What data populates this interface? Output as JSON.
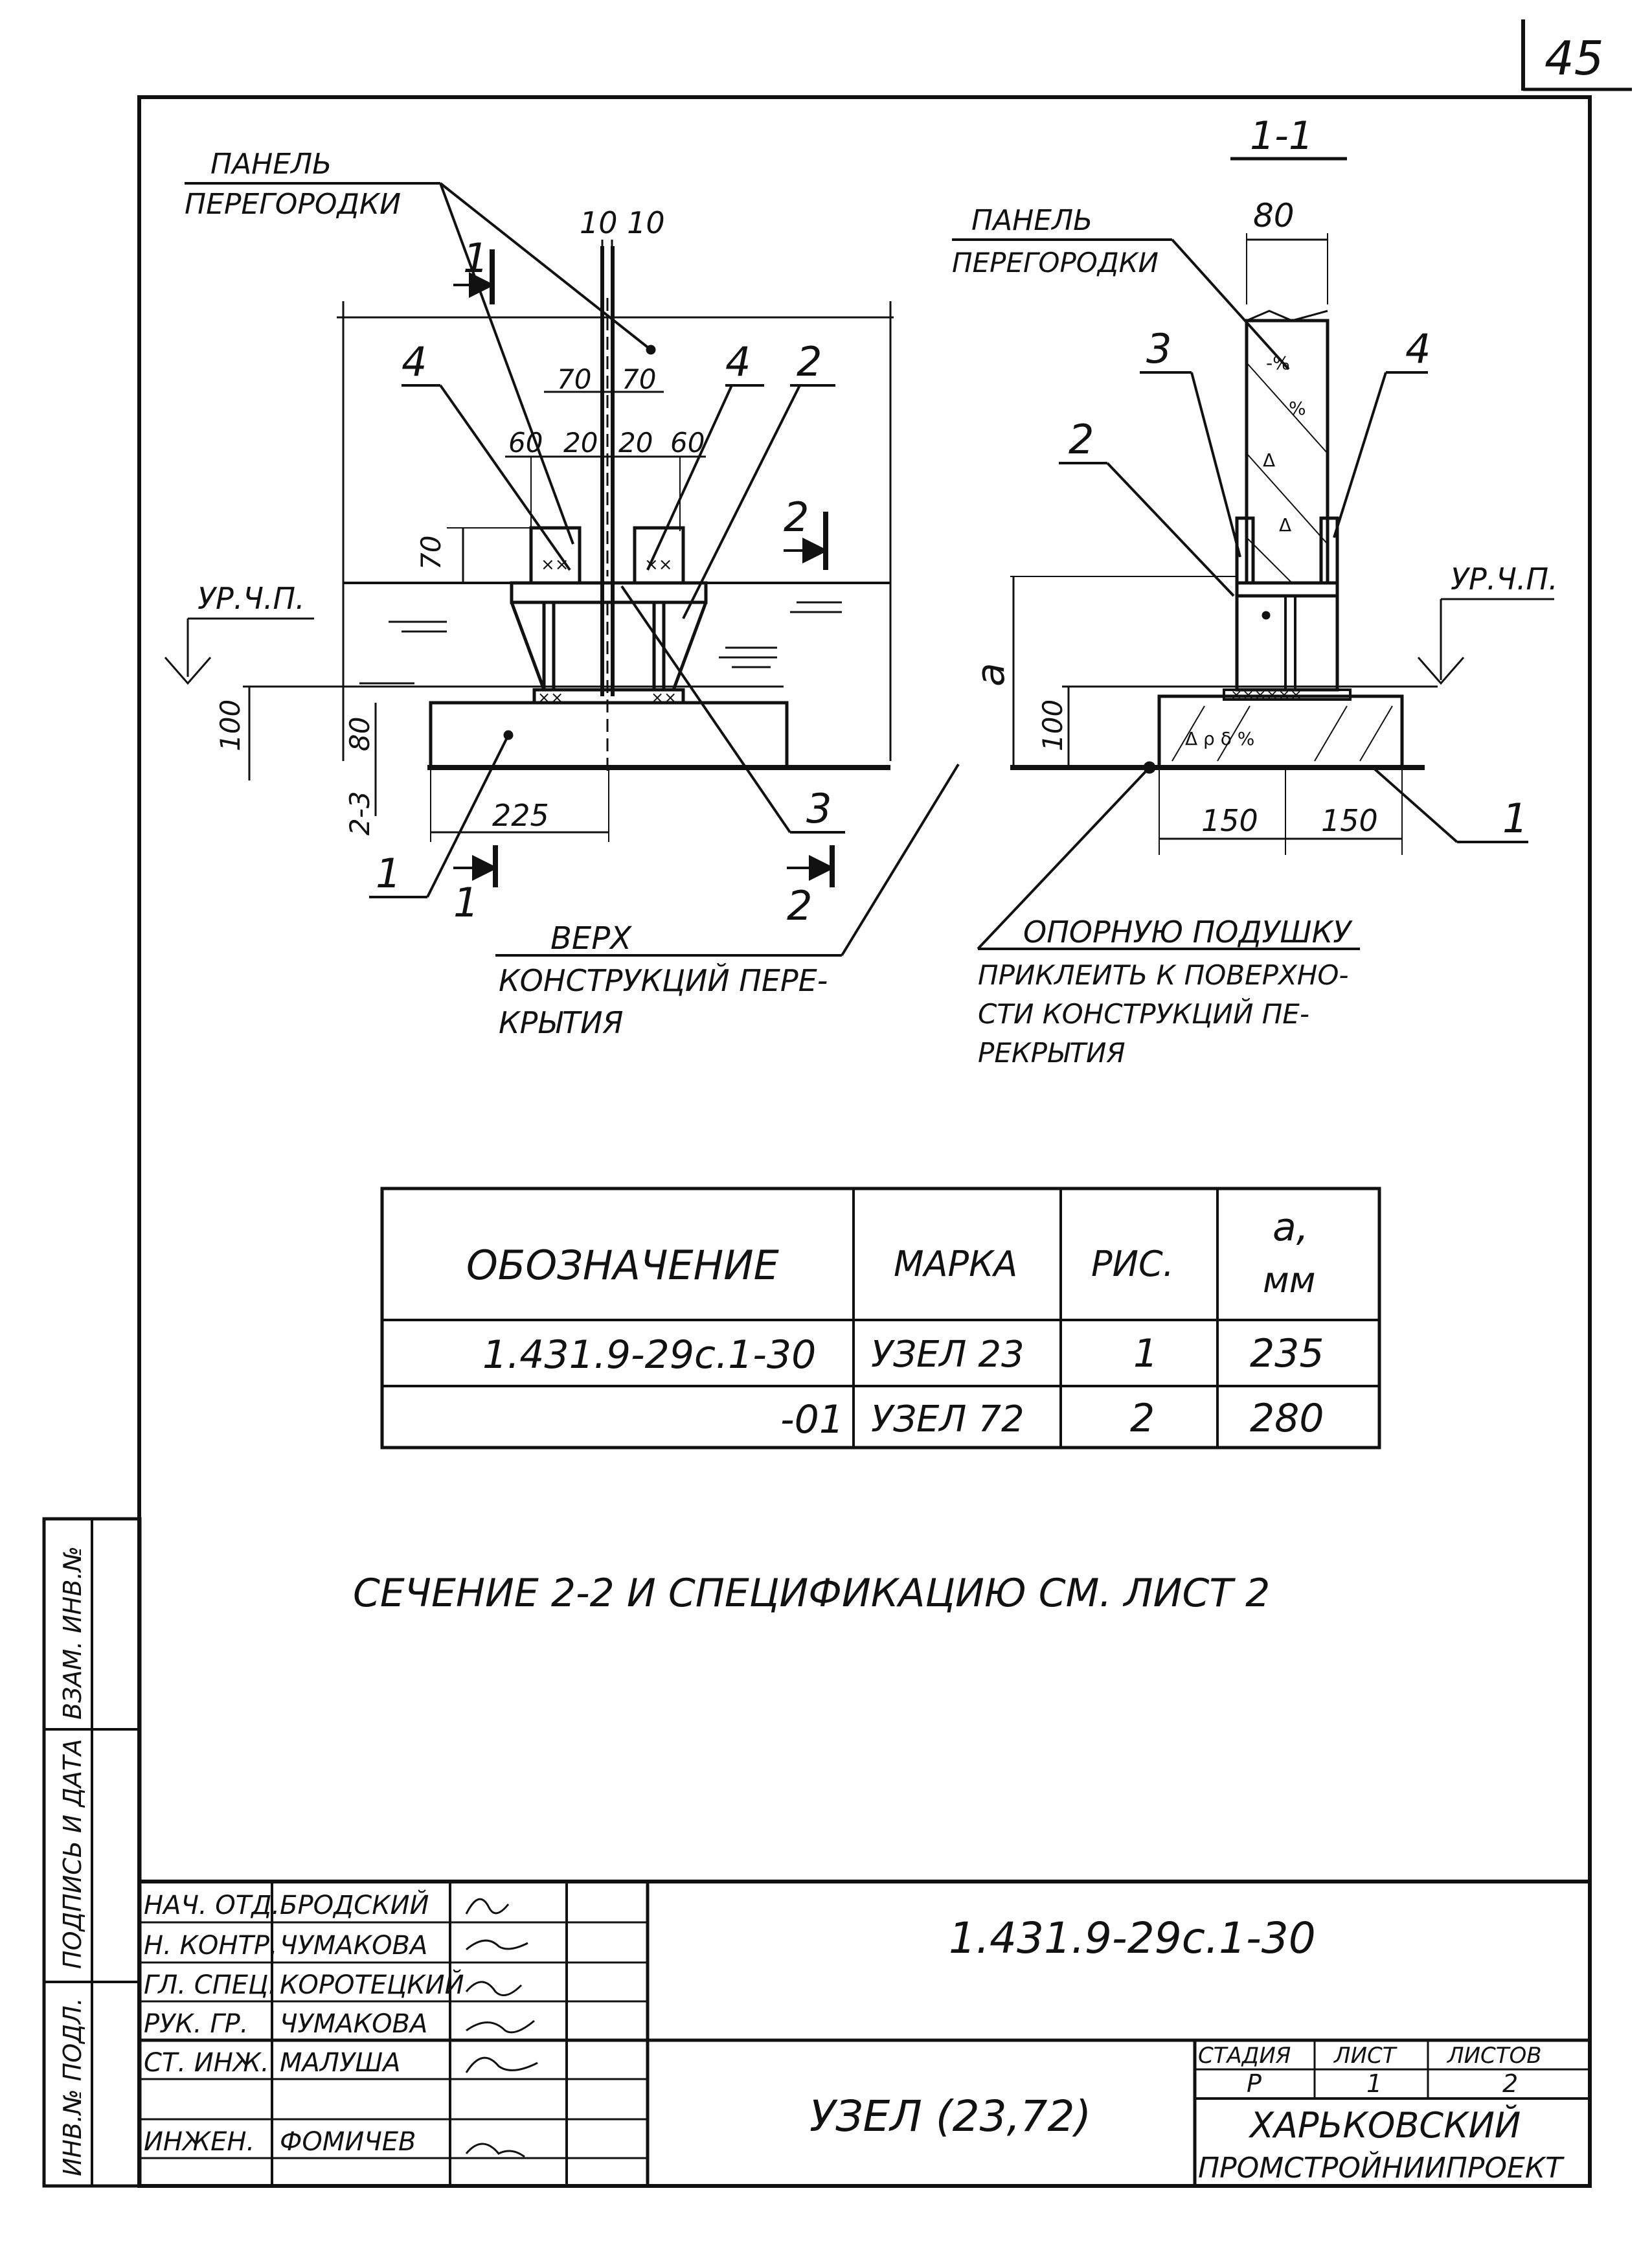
{
  "page_number": "45",
  "drawing": {
    "section_mark": "1-1",
    "left_view": {
      "panel_label_line1": "ПАНЕЛЬ",
      "panel_label_line2": "ПЕРЕГОРОДКИ",
      "dim_10_10": "10 10",
      "dim_70a": "70",
      "dim_70b": "70",
      "dim_60a": "60",
      "dim_20a": "20",
      "dim_20b": "20",
      "dim_60b": "60",
      "dim_70_side": "70",
      "dim_100": "100",
      "dim_80": "80",
      "dim_2_3": "2-3",
      "dim_225": "225",
      "callout_4a": "4",
      "callout_4b": "4",
      "callout_2": "2",
      "callout_3": "3",
      "callout_1": "1",
      "cut_1_top": "1",
      "cut_1_bottom": "1",
      "cut_2_right": "2",
      "cut_2_bottom": "2",
      "floor_level": "УР.Ч.П.",
      "top_label_line1": "ВЕРХ",
      "top_label_line2": "КОНСТРУКЦИЙ ПЕРЕ-",
      "top_label_line3": "КРЫТИЯ"
    },
    "right_view": {
      "panel_label_line1": "ПАНЕЛЬ",
      "panel_label_line2": "ПЕРЕГОРОДКИ",
      "dim_80": "80",
      "dim_a": "a",
      "dim_100": "100",
      "dim_150a": "150",
      "dim_150b": "150",
      "callout_3": "3",
      "callout_4": "4",
      "callout_2": "2",
      "callout_1": "1",
      "floor_level": "УР.Ч.П.",
      "note_line1": "ОПОРНУЮ ПОДУШКУ",
      "note_line2": "ПРИКЛЕИТЬ К ПОВЕРХНО-",
      "note_line3": "СТИ КОНСТРУКЦИЙ ПЕ-",
      "note_line4": "РЕКРЫТИЯ"
    }
  },
  "spec_table": {
    "headers": [
      "ОБОЗНАЧЕНИЕ",
      "МАРКА",
      "РИС.",
      "a,",
      "мм"
    ],
    "rows": [
      [
        "1.431.9-29с.1-30",
        "УЗЕЛ 23",
        "1",
        "235"
      ],
      [
        "-01",
        "УЗЕЛ 72",
        "2",
        "280"
      ]
    ]
  },
  "note": "СЕЧЕНИЕ 2-2 И СПЕЦИФИКАЦИЮ  СМ.  ЛИСТ 2",
  "side_stamp": [
    "ИНВ.№ ПОДЛ.",
    "ПОДПИСЬ И ДАТА",
    "ВЗАМ. ИНВ.№"
  ],
  "title_block": {
    "roles": [
      {
        "role": "НАЧ. ОТД.",
        "name": "БРОДСКИЙ"
      },
      {
        "role": "Н. КОНТР.",
        "name": "ЧУМАКОВА"
      },
      {
        "role": "ГЛ. СПЕЦ.",
        "name": "КОРОТЕЦКИЙ"
      },
      {
        "role": "РУК. ГР.",
        "name": "ЧУМАКОВА"
      },
      {
        "role": "СТ. ИНЖ.",
        "name": "МАЛУША"
      },
      {
        "role": "",
        "name": ""
      },
      {
        "role": "ИНЖЕН.",
        "name": "ФОМИЧЕВ"
      }
    ],
    "designation": "1.431.9-29с.1-30",
    "title": "УЗЕЛ (23,72)",
    "stage_header": "СТАДИЯ",
    "sheet_header": "ЛИСТ",
    "sheets_header": "ЛИСТОВ",
    "stage": "Р",
    "sheet": "1",
    "sheets": "2",
    "org_line1": "ХАРЬКОВСКИЙ",
    "org_line2": "ПРОМСТРОЙНИИПРОЕКТ"
  }
}
